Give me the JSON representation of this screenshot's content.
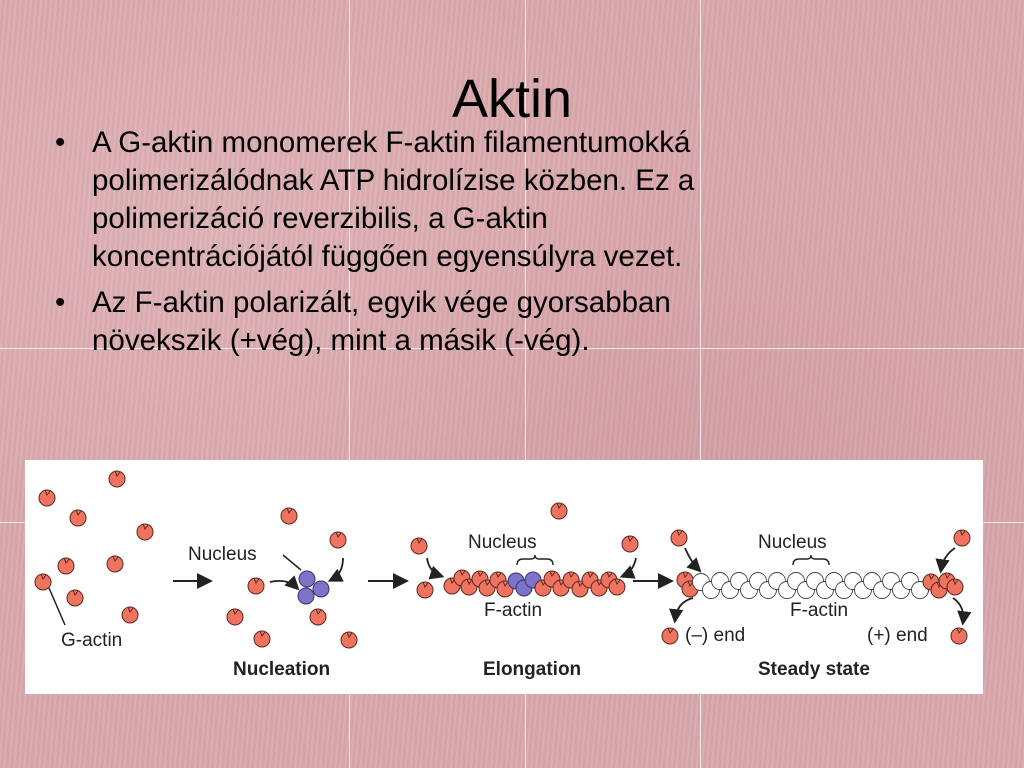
{
  "slide": {
    "title": "Aktin",
    "bullets": [
      {
        "marker": "•",
        "lines": [
          "A G-aktin monomerek F-aktin filamentumokká",
          "polimerizálódnak ATP hidrolízise közben. Ez a",
          "polimerizáció reverzibilis, a G-aktin",
          "koncentrációjától függően egyensúlyra vezet."
        ]
      },
      {
        "marker": "•",
        "lines": [
          "Az F-aktin polarizált, egyik vége gyorsabban",
          "növekszik (+vég), mint a másik (-vég)."
        ]
      }
    ]
  },
  "figure": {
    "labels": {
      "g_actin": "G-actin",
      "nucleus_1": "Nucleus",
      "nucleus_2": "Nucleus",
      "f_actin_2": "F-actin",
      "nucleus_3": "Nucleus",
      "f_actin_3": "F-actin",
      "minus_end": "(–) end",
      "plus_end": "(+) end"
    },
    "stages": [
      "Nucleation",
      "Elongation",
      "Steady state"
    ],
    "colors": {
      "monomer": "#ef735f",
      "nucleus": "#7b74c8",
      "filament_steady": "#ffffff",
      "outline": "#3a2a2a",
      "panel": "#ffffff"
    }
  }
}
